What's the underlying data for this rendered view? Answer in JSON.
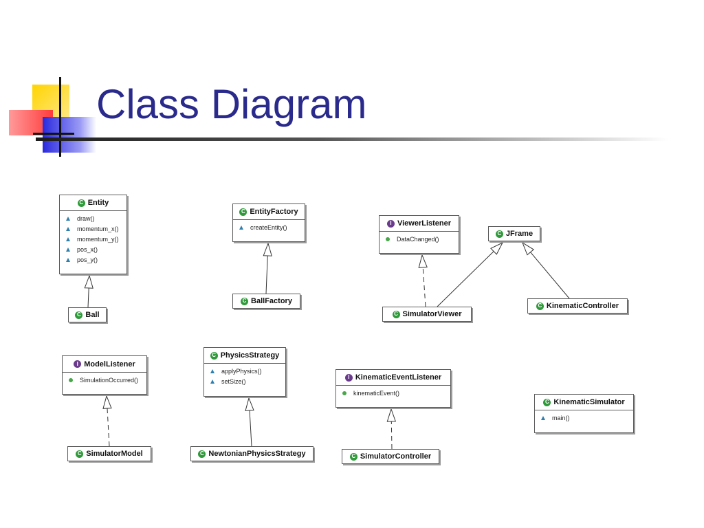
{
  "title": "Class Diagram",
  "colors": {
    "title": "#2a2a8c",
    "class_icon": "#2f9a3a",
    "interface_icon": "#6a3a8c",
    "method_icon": "#2f7fae",
    "public_dot": "#49a64a"
  },
  "classes": {
    "entity": {
      "name": "Entity",
      "kind": "class",
      "icon": "C",
      "methods": [
        {
          "name": "draw()",
          "icon": "triangle"
        },
        {
          "name": "momentum_x()",
          "icon": "triangle"
        },
        {
          "name": "momentum_y()",
          "icon": "triangle"
        },
        {
          "name": "pos_x()",
          "icon": "triangle"
        },
        {
          "name": "pos_y()",
          "icon": "triangle"
        }
      ]
    },
    "ball": {
      "name": "Ball",
      "kind": "class",
      "icon": "C",
      "methods": []
    },
    "entityfactory": {
      "name": "EntityFactory",
      "kind": "class",
      "icon": "C",
      "methods": [
        {
          "name": "createEntity()",
          "icon": "triangle"
        }
      ]
    },
    "ballfactory": {
      "name": "BallFactory",
      "kind": "class",
      "icon": "C",
      "methods": []
    },
    "viewerlistener": {
      "name": "ViewerListener",
      "kind": "interface",
      "icon": "I",
      "methods": [
        {
          "name": "DataChanged()",
          "icon": "dot"
        }
      ]
    },
    "jframe": {
      "name": "JFrame",
      "kind": "class",
      "icon": "C",
      "methods": []
    },
    "simulatorviewer": {
      "name": "SimulatorViewer",
      "kind": "class",
      "icon": "C",
      "methods": []
    },
    "kinematiccontroller": {
      "name": "KinematicController",
      "kind": "class",
      "icon": "C",
      "methods": []
    },
    "modellistener": {
      "name": "ModelListener",
      "kind": "interface",
      "icon": "I",
      "methods": [
        {
          "name": "SimulationOccurred()",
          "icon": "dot"
        }
      ]
    },
    "simulatormodel": {
      "name": "SimulatorModel",
      "kind": "class",
      "icon": "C",
      "methods": []
    },
    "physicsstrategy": {
      "name": "PhysicsStrategy",
      "kind": "class",
      "icon": "C",
      "methods": [
        {
          "name": "applyPhysics()",
          "icon": "triangle"
        },
        {
          "name": "setSize()",
          "icon": "triangle"
        }
      ]
    },
    "newtonianphysicsstrategy": {
      "name": "NewtonianPhysicsStrategy",
      "kind": "class",
      "icon": "C",
      "methods": []
    },
    "kinematiceventlistener": {
      "name": "KinematicEventListener",
      "kind": "interface",
      "icon": "I",
      "methods": [
        {
          "name": "kinematicEvent()",
          "icon": "dot"
        }
      ]
    },
    "simulatorcontroller": {
      "name": "SimulatorController",
      "kind": "class",
      "icon": "C",
      "methods": []
    },
    "kinematicsimulator": {
      "name": "KinematicSimulator",
      "kind": "class",
      "icon": "C",
      "methods": [
        {
          "name": "main()",
          "icon": "triangle"
        }
      ]
    }
  },
  "relations": [
    {
      "from": "ball",
      "to": "entity",
      "type": "extends"
    },
    {
      "from": "ballfactory",
      "to": "entityfactory",
      "type": "extends"
    },
    {
      "from": "simulatorviewer",
      "to": "viewerlistener",
      "type": "implements"
    },
    {
      "from": "simulatorviewer",
      "to": "jframe",
      "type": "extends"
    },
    {
      "from": "kinematiccontroller",
      "to": "jframe",
      "type": "extends"
    },
    {
      "from": "simulatormodel",
      "to": "modellistener",
      "type": "implements"
    },
    {
      "from": "newtonianphysicsstrategy",
      "to": "physicsstrategy",
      "type": "extends"
    },
    {
      "from": "simulatorcontroller",
      "to": "kinematiceventlistener",
      "type": "implements"
    }
  ]
}
